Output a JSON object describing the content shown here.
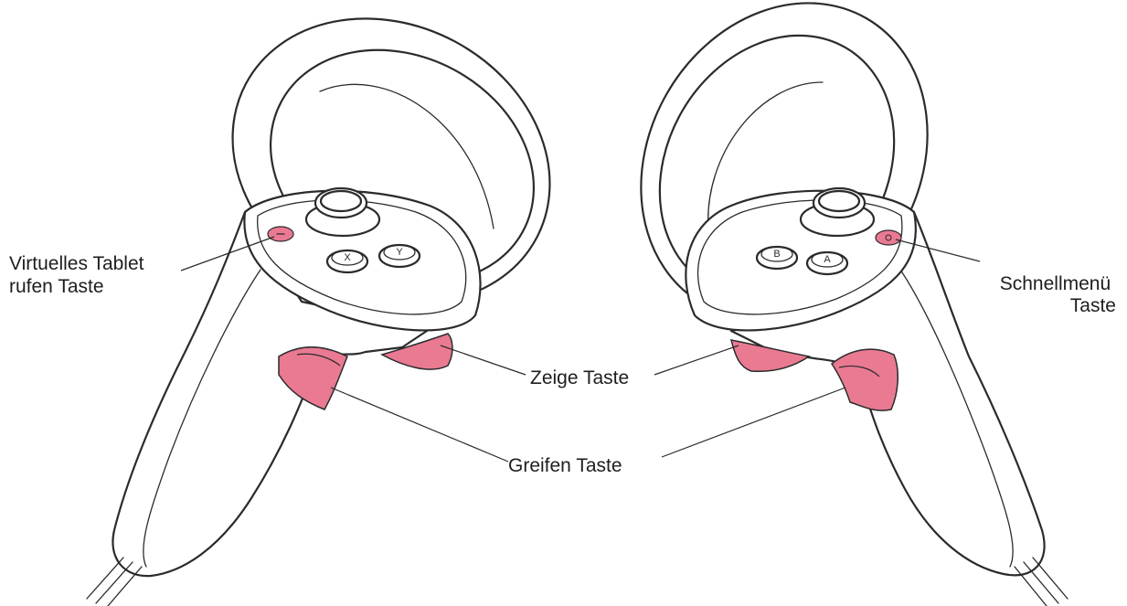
{
  "colors": {
    "accent": "#e97a92",
    "accent_light": "#f0a2b2",
    "outline": "#2b2b2b",
    "background": "#ffffff"
  },
  "labels": {
    "virtual_tablet": [
      "Virtuelles Tablet",
      "rufen Taste"
    ],
    "quick_menu": [
      "Schnellmenü",
      "Taste"
    ],
    "pointer": "Zeige Taste",
    "grip": "Greifen Taste"
  },
  "left_controller": {
    "buttons": {
      "x": "X",
      "y": "Y"
    }
  },
  "right_controller": {
    "buttons": {
      "a": "A",
      "b": "B"
    }
  }
}
